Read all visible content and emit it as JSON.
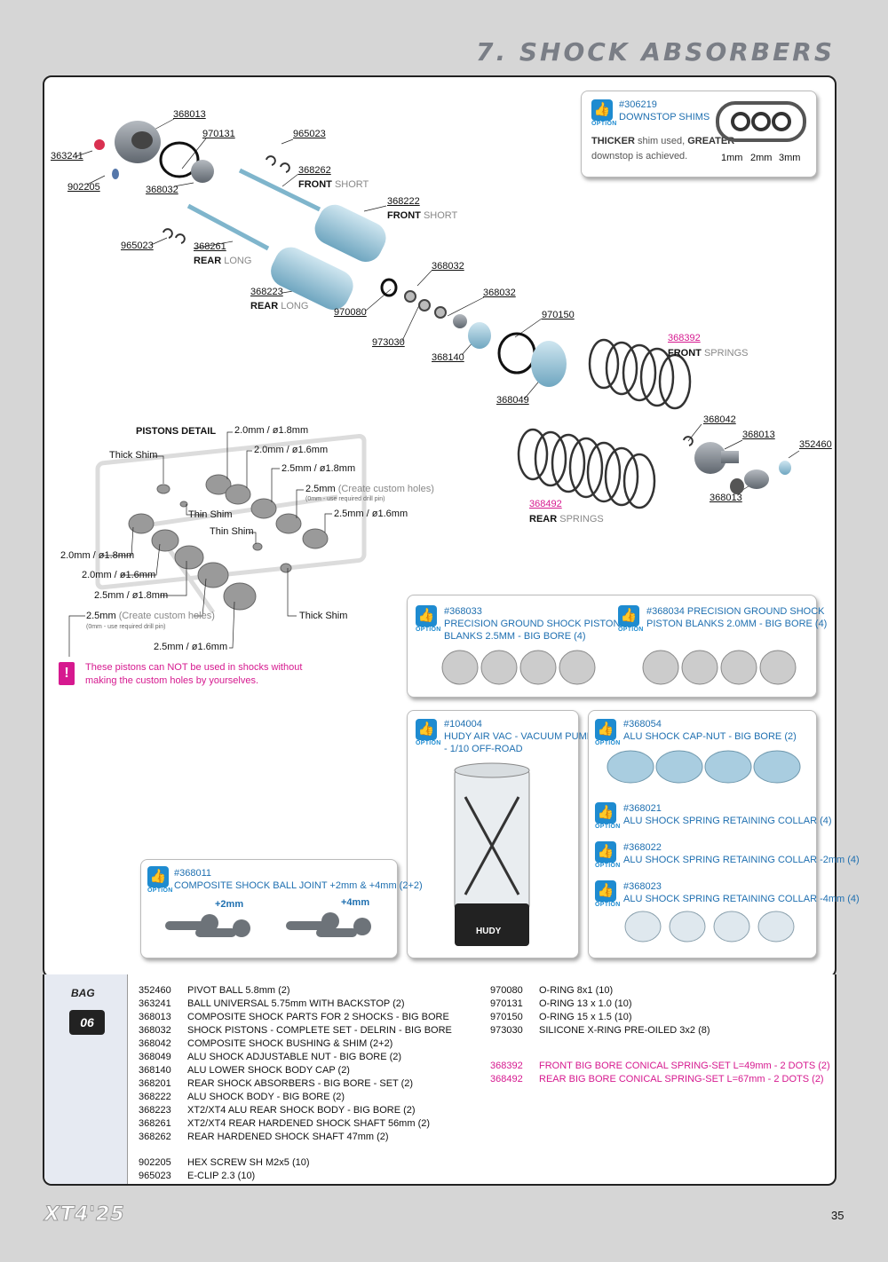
{
  "header": {
    "title": "7. SHOCK ABSORBERS"
  },
  "diagram_labels": {
    "p368013a": "368013",
    "p970131": "970131",
    "p965023a": "965023",
    "p363241": "363241",
    "p902205": "902205",
    "p368032a": "368032",
    "p368262": "368262",
    "front_short_1": "FRONT",
    "short_1": "SHORT",
    "p368222": "368222",
    "front_short_2": "FRONT",
    "short_2": "SHORT",
    "p965023b": "965023",
    "p368261": "368261",
    "rear_long_1": "REAR",
    "long_1": "LONG",
    "p368032b": "368032",
    "p368223": "368223",
    "rear_long_2": "REAR",
    "long_2": "LONG",
    "p368032c": "368032",
    "p970080": "970080",
    "p970150": "970150",
    "p973030": "973030",
    "p368140": "368140",
    "p368392": "368392",
    "front_springs": "FRONT",
    "springs_1": "SPRINGS",
    "p368049": "368049",
    "p368042": "368042",
    "p368013b": "368013",
    "p352460": "352460",
    "p368013c": "368013",
    "p368492": "368492",
    "rear_springs": "REAR",
    "springs_2": "SPRINGS"
  },
  "pistons": {
    "title": "PISTONS DETAIL",
    "l1": "2.0mm / ø1.8mm",
    "l2": "2.0mm / ø1.6mm",
    "l3": "2.5mm / ø1.8mm",
    "l4": "2.5mm",
    "l4b": "(Create custom holes)",
    "l4c": "(0mm - use required drill pin)",
    "l5": "2.5mm / ø1.6mm",
    "thick1": "Thick Shim",
    "thin1": "Thin Shim",
    "thin2": "Thin Shim",
    "l6": "2.0mm / ø1.8mm",
    "l7": "2.0mm / ø1.6mm",
    "l8": "2.5mm / ø1.8mm",
    "l9": "2.5mm",
    "l9b": "(Create custom holes)",
    "l9c": "(0mm - use required drill pin)",
    "thick2": "Thick Shim",
    "l10": "2.5mm / ø1.6mm",
    "warning1": "These pistons can NOT be used in shocks without",
    "warning2": "making the custom holes by yourselves.",
    "warn_icon": "!"
  },
  "options": {
    "option_label": "OPTION",
    "shims": {
      "no": "#306219",
      "name": "DOWNSTOP SHIMS",
      "t1": "THICKER",
      "t2": " shim used, ",
      "t3": "GREATER",
      "t4": "downstop is achieved.",
      "s1": "1mm",
      "s2": "2mm",
      "s3": "3mm"
    },
    "blank25": {
      "no": "#368033",
      "l1": "PRECISION GROUND SHOCK PISTON",
      "l2": "BLANKS 2.5MM - BIG BORE (4)"
    },
    "blank20": {
      "no": "#368034 PRECISION GROUND SHOCK",
      "l2": "PISTON BLANKS 2.0MM - BIG BORE (4)"
    },
    "pump": {
      "no": "#104004",
      "l1": "HUDY AIR VAC - VACUUM PUMP",
      "l2": "- 1/10 OFF-ROAD",
      "brand": "HUDY"
    },
    "capnut": {
      "no": "#368054",
      "l1": "ALU SHOCK CAP-NUT - BIG BORE (2)"
    },
    "collar": {
      "no": "#368021",
      "l1": "ALU SHOCK SPRING RETAINING COLLAR (4)"
    },
    "collar2": {
      "no": "#368022",
      "l1": "ALU SHOCK SPRING RETAINING COLLAR -2mm (4)"
    },
    "collar4": {
      "no": "#368023",
      "l1": "ALU SHOCK SPRING RETAINING COLLAR -4mm (4)"
    },
    "balljoint": {
      "no": "#368011",
      "l1": "COMPOSITE SHOCK BALL JOINT +2mm & +4mm (2+2)",
      "a": "+2mm",
      "b": "+4mm"
    }
  },
  "bag": {
    "label": "BAG",
    "number": "06"
  },
  "parts_left": [
    [
      "352460",
      "PIVOT BALL 5.8mm (2)"
    ],
    [
      "363241",
      "BALL UNIVERSAL 5.75mm WITH BACKSTOP (2)"
    ],
    [
      "368013",
      "COMPOSITE SHOCK PARTS FOR 2 SHOCKS - BIG BORE"
    ],
    [
      "368032",
      "SHOCK PISTONS - COMPLETE SET - DELRIN - BIG BORE"
    ],
    [
      "368042",
      "COMPOSITE SHOCK BUSHING & SHIM (2+2)"
    ],
    [
      "368049",
      "ALU SHOCK ADJUSTABLE NUT - BIG BORE (2)"
    ],
    [
      "368140",
      "ALU LOWER SHOCK BODY CAP (2)"
    ],
    [
      "368201",
      "REAR SHOCK ABSORBERS - BIG BORE - SET (2)"
    ],
    [
      "368222",
      "ALU SHOCK BODY - BIG BORE (2)"
    ],
    [
      "368223",
      "XT2/XT4 ALU REAR SHOCK BODY - BIG BORE (2)"
    ],
    [
      "368261",
      "XT2/XT4 REAR HARDENED SHOCK SHAFT 56mm (2)"
    ],
    [
      "368262",
      "REAR HARDENED SHOCK SHAFT 47mm (2)"
    ]
  ],
  "parts_left2": [
    [
      "902205",
      "HEX SCREW  SH M2x5  (10)"
    ],
    [
      "965023",
      "E-CLIP 2.3  (10)"
    ]
  ],
  "parts_right": [
    [
      "970080",
      "O-RING 8x1  (10)"
    ],
    [
      "970131",
      "O-RING 13 x 1.0  (10)"
    ],
    [
      "970150",
      "O-RING 15 x 1.5  (10)"
    ],
    [
      "973030",
      "SILICONE X-RING PRE-OILED 3x2  (8)"
    ]
  ],
  "parts_right2": [
    [
      "368392",
      "FRONT BIG BORE CONICAL SPRING-SET L=49mm - 2 DOTS (2)"
    ],
    [
      "368492",
      "REAR BIG BORE CONICAL SPRING-SET L=67mm - 2 DOTS (2)"
    ]
  ],
  "footer": {
    "logo": "XT4'25",
    "page": "35"
  },
  "colors": {
    "accent": "#1e8bd0",
    "pink": "#d6198f",
    "part_gray": "#8d949c",
    "shock_blue": "#9cc8dc"
  }
}
